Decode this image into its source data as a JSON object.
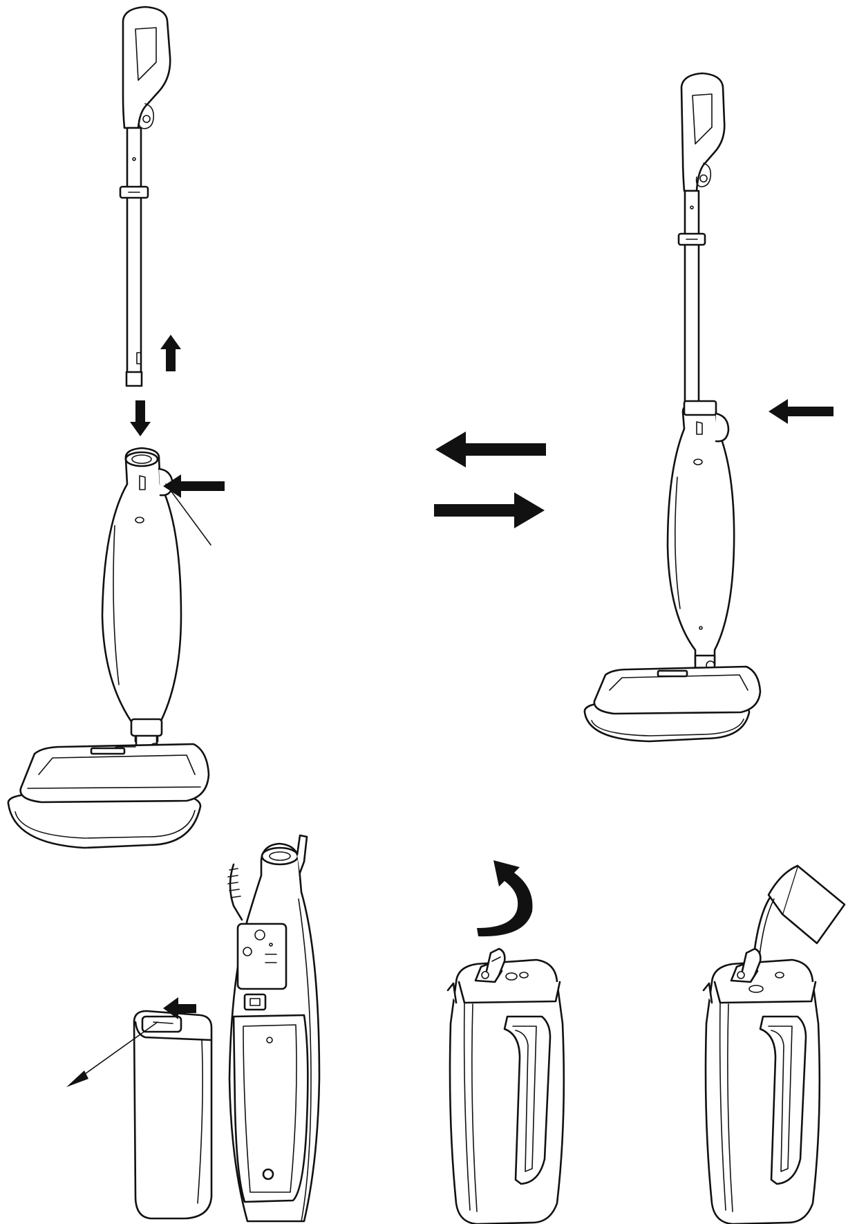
{
  "figure": {
    "type": "assembly-instruction-illustration",
    "panels": [
      "mop-assembly-exploded",
      "mop-assembled",
      "water-tank-removal",
      "tank-cap-opening",
      "tank-filling"
    ],
    "text_labels": []
  },
  "colors": {
    "line": "#111111",
    "background": "#ffffff",
    "arrow_fill": "#111111"
  },
  "icons": {
    "arrow_up": "arrow-up-icon",
    "arrow_down": "arrow-down-icon",
    "arrow_left": "arrow-left-icon",
    "arrow_right": "arrow-right-icon",
    "curved_arrow": "curved-arrow-icon"
  }
}
